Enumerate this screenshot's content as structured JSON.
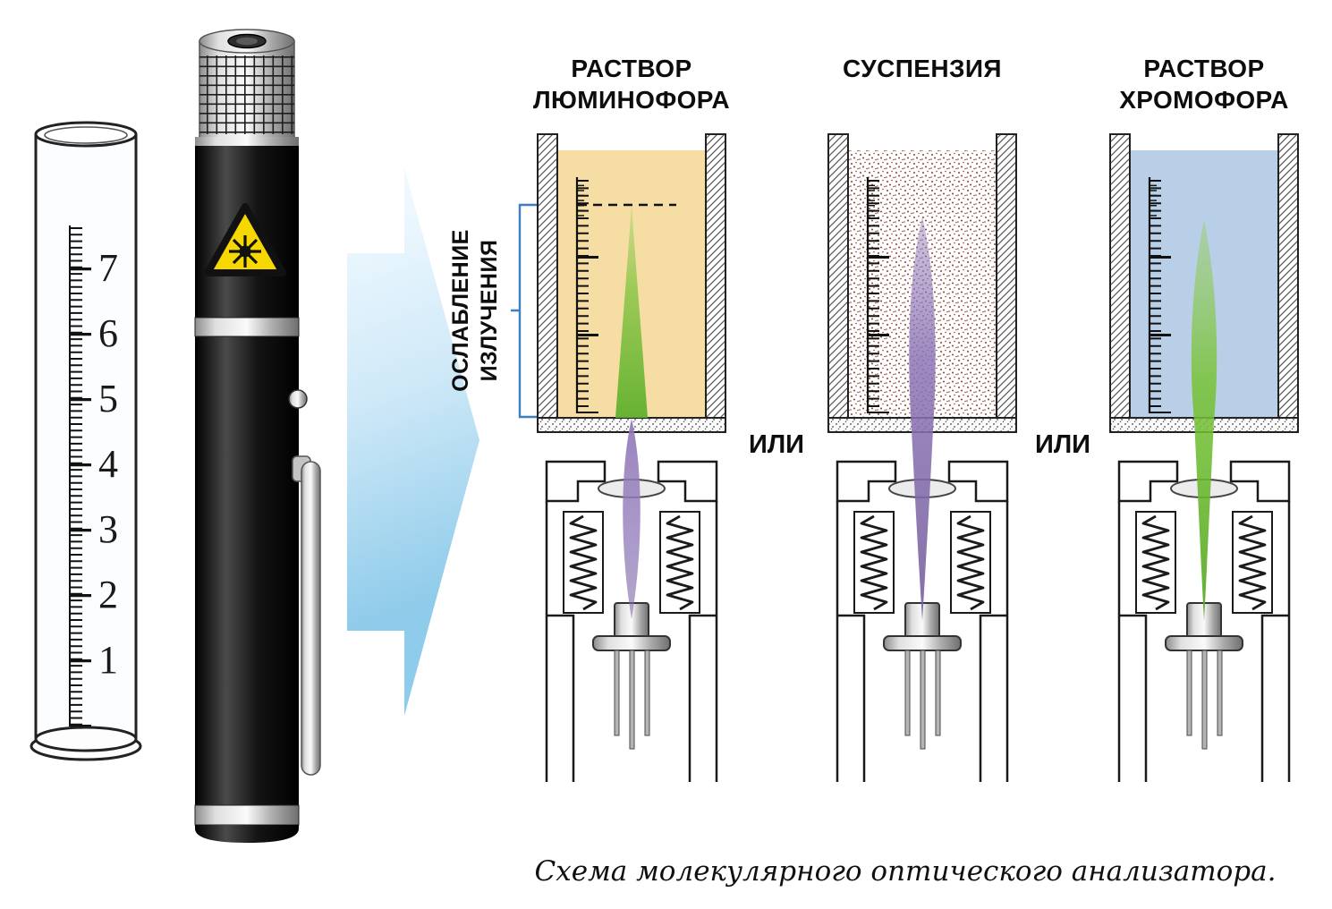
{
  "vessel_titles": {
    "v1_line1": "РАСТВОР",
    "v1_line2": "ЛЮМИНОФОРА",
    "v2_line1": "СУСПЕНЗИЯ",
    "v3_line1": "РАСТВОР",
    "v3_line2": "ХРОМОФОРА"
  },
  "labels": {
    "or_1": "ИЛИ",
    "or_2": "ИЛИ",
    "attenuation_line1": "ОСЛАБЛЕНИЕ",
    "attenuation_line2": "ИЗЛУЧЕНИЯ"
  },
  "measuring_cylinder": {
    "scale": [
      "7",
      "6",
      "5",
      "4",
      "3",
      "2",
      "1"
    ]
  },
  "caption": "Схема молекулярного оптического анализатора.",
  "colors": {
    "luminophore_solution": "#f6dda4",
    "suspension_speck": "#8a4230",
    "chromophore_solution": "#b9cfe7",
    "green_beam": "#61ad2d",
    "violet_beam": "#8e77b5",
    "arrow_fill": "#a8d8f0",
    "warning_label_yellow": "#f6d800",
    "bracket_blue": "#3f7fbf"
  }
}
